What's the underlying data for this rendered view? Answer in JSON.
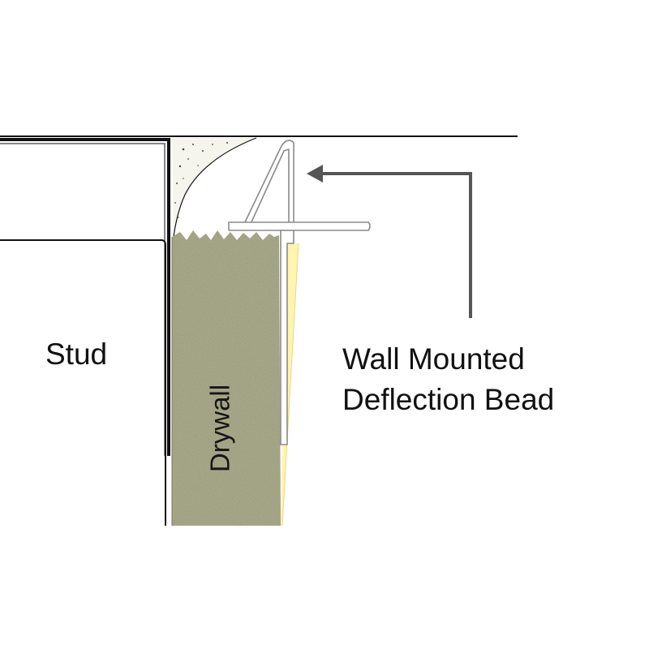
{
  "labels": {
    "stud": "Stud",
    "drywall": "Drywall",
    "bead_line1": "Wall Mounted",
    "bead_line2": "Deflection Bead"
  },
  "colors": {
    "drywall_fill": "#a8a88a",
    "joint_compound": "#f5f5ee",
    "bead_face": "#fff4b0",
    "outline": "#111111",
    "arrow": "#555555",
    "bead_stroke": "#8a8a8a"
  }
}
